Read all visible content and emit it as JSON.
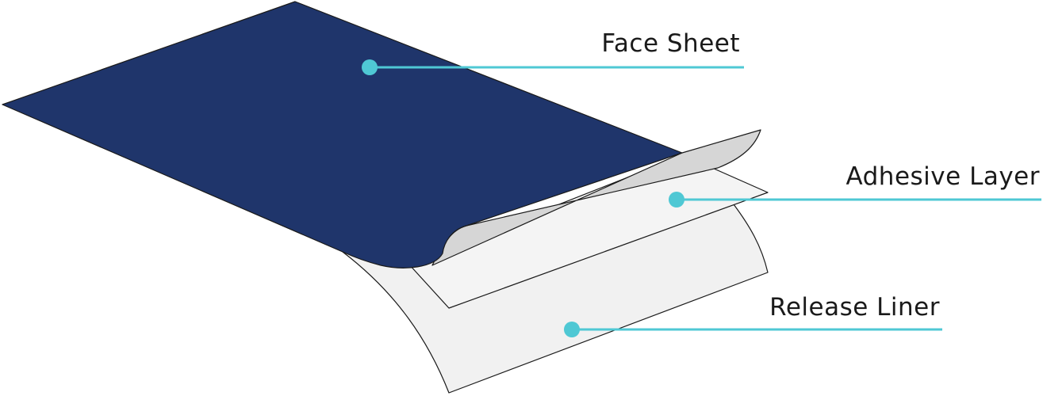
{
  "diagram": {
    "layers": [
      {
        "id": "face-sheet",
        "label": "Face Sheet",
        "fill": "#1f356b"
      },
      {
        "id": "adhesive-layer",
        "label": "Adhesive Layer",
        "fill": "#f4f4f4"
      },
      {
        "id": "release-liner",
        "label": "Release Liner",
        "fill": "#f1f1f1"
      }
    ],
    "colors": {
      "face_sheet": "#1f356b",
      "curl_underside": "#d6d6d6",
      "adhesive": "#f4f4f4",
      "liner": "#f1f1f1",
      "outline": "#1a1a1a",
      "leader": "#4fc8d4"
    }
  }
}
